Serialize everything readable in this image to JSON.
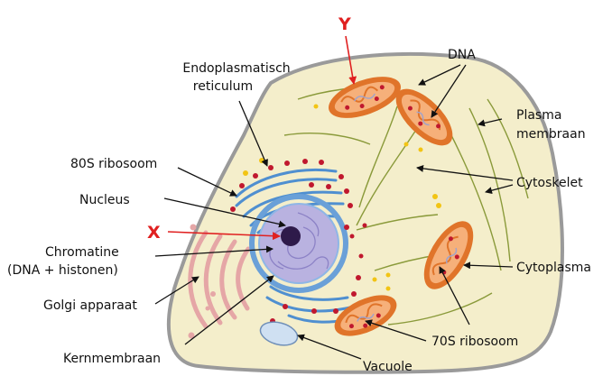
{
  "labels": {
    "er_line1": "Endoplasmatisch",
    "er_line2": "reticulum",
    "ribosome80s": "80S ribosoom",
    "nucleus": "Nucleus",
    "chromatine_line1": "Chromatine",
    "chromatine_line2": "(DNA + histonen)",
    "golgi": "Golgi apparaat",
    "kernmembraan": "Kernmembraan",
    "vacuole": "Vacuole",
    "ribosome70s": "70S ribosoom",
    "cytoplasma": "Cytoplasma",
    "cytoskelet": "Cytoskelet",
    "plasma_line1": "Plasma",
    "plasma_line2": "membraan",
    "dna": "DNA"
  },
  "markers": {
    "x": "X",
    "y": "Y"
  },
  "colors": {
    "cytoplasm_fill": "#f4eecb",
    "membrane_stroke": "#9a9a9a",
    "nucleus_envelope": "#6aa0d8",
    "nucleus_fill": "#b9b2e0",
    "nucleolus": "#2e1a4a",
    "er_stroke": "#4f8fd0",
    "ribosome": "#c0182e",
    "mitochondrion_outer": "#e0742a",
    "mitochondrion_inner": "#f6b07a",
    "golgi": "#e5a6a6",
    "vacuole": "#cfe0f2",
    "cytoskeleton": "#8a9a3a",
    "marker_red": "#e02020",
    "free_ribosome_yellow": "#f2c414"
  }
}
